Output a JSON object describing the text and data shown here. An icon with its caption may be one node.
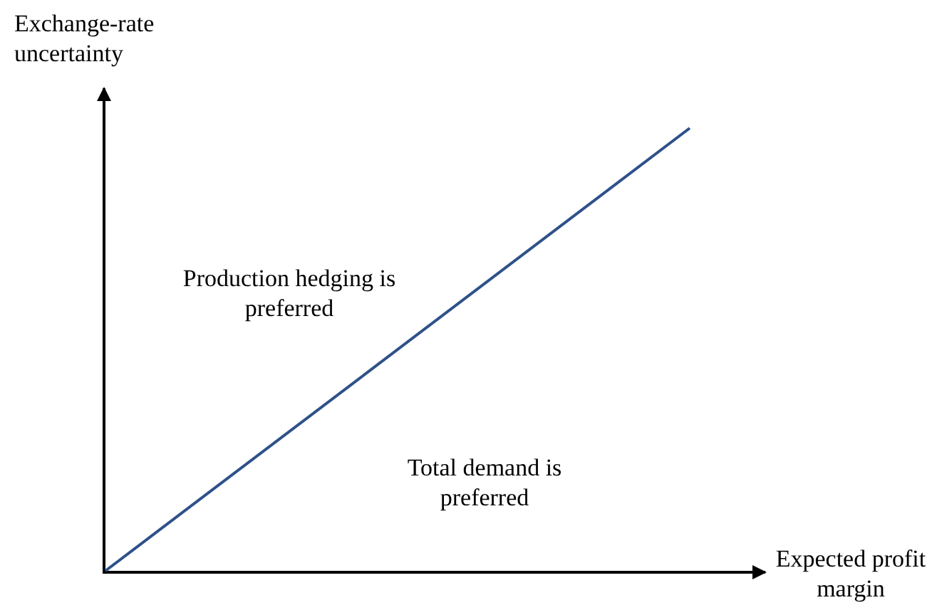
{
  "diagram": {
    "labels": [
      "Exchange-rate uncertainty",
      "Production hedging is preferred",
      "Total demand is preferred",
      "Expected profit margin"
    ]
  }
}
